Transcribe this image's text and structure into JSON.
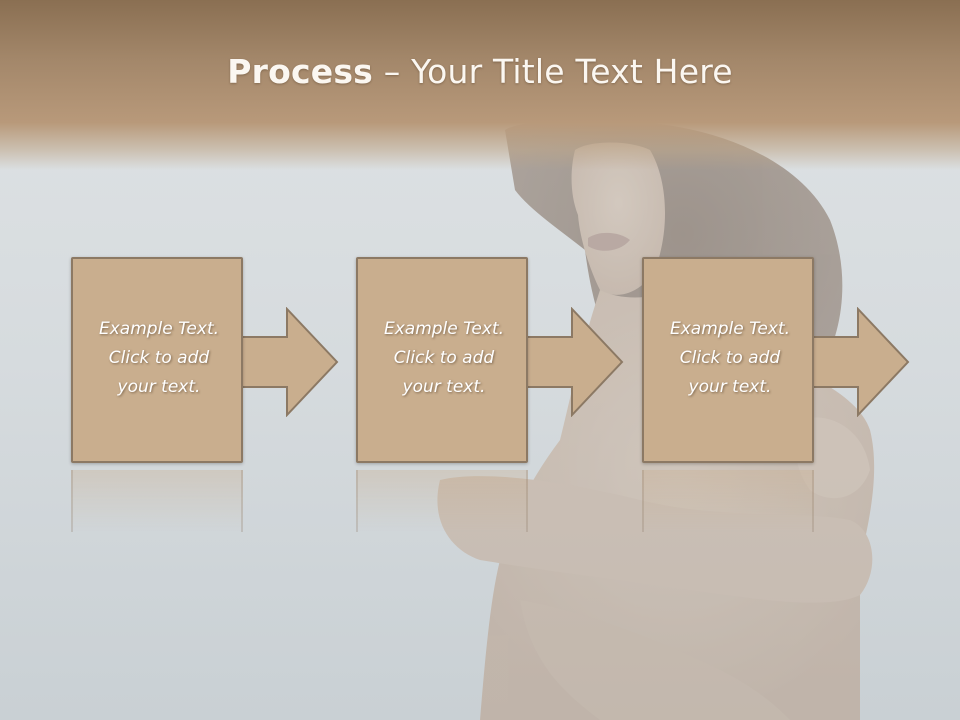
{
  "slide": {
    "title": {
      "bold": "Process",
      "rest": " – Your Title Text Here"
    },
    "steps": [
      {
        "text": "Example Text.\nClick  to add\nyour text."
      },
      {
        "text": "Example Text.\nClick  to add\nyour text."
      },
      {
        "text": "Example Text.\nClick  to add\nyour text."
      }
    ]
  },
  "colors": {
    "title_bar": "#a3876a",
    "box_fill": "#c9ae8e",
    "box_border": "#8c7964",
    "text": "#ffffff",
    "background": "#d7dcdf"
  }
}
